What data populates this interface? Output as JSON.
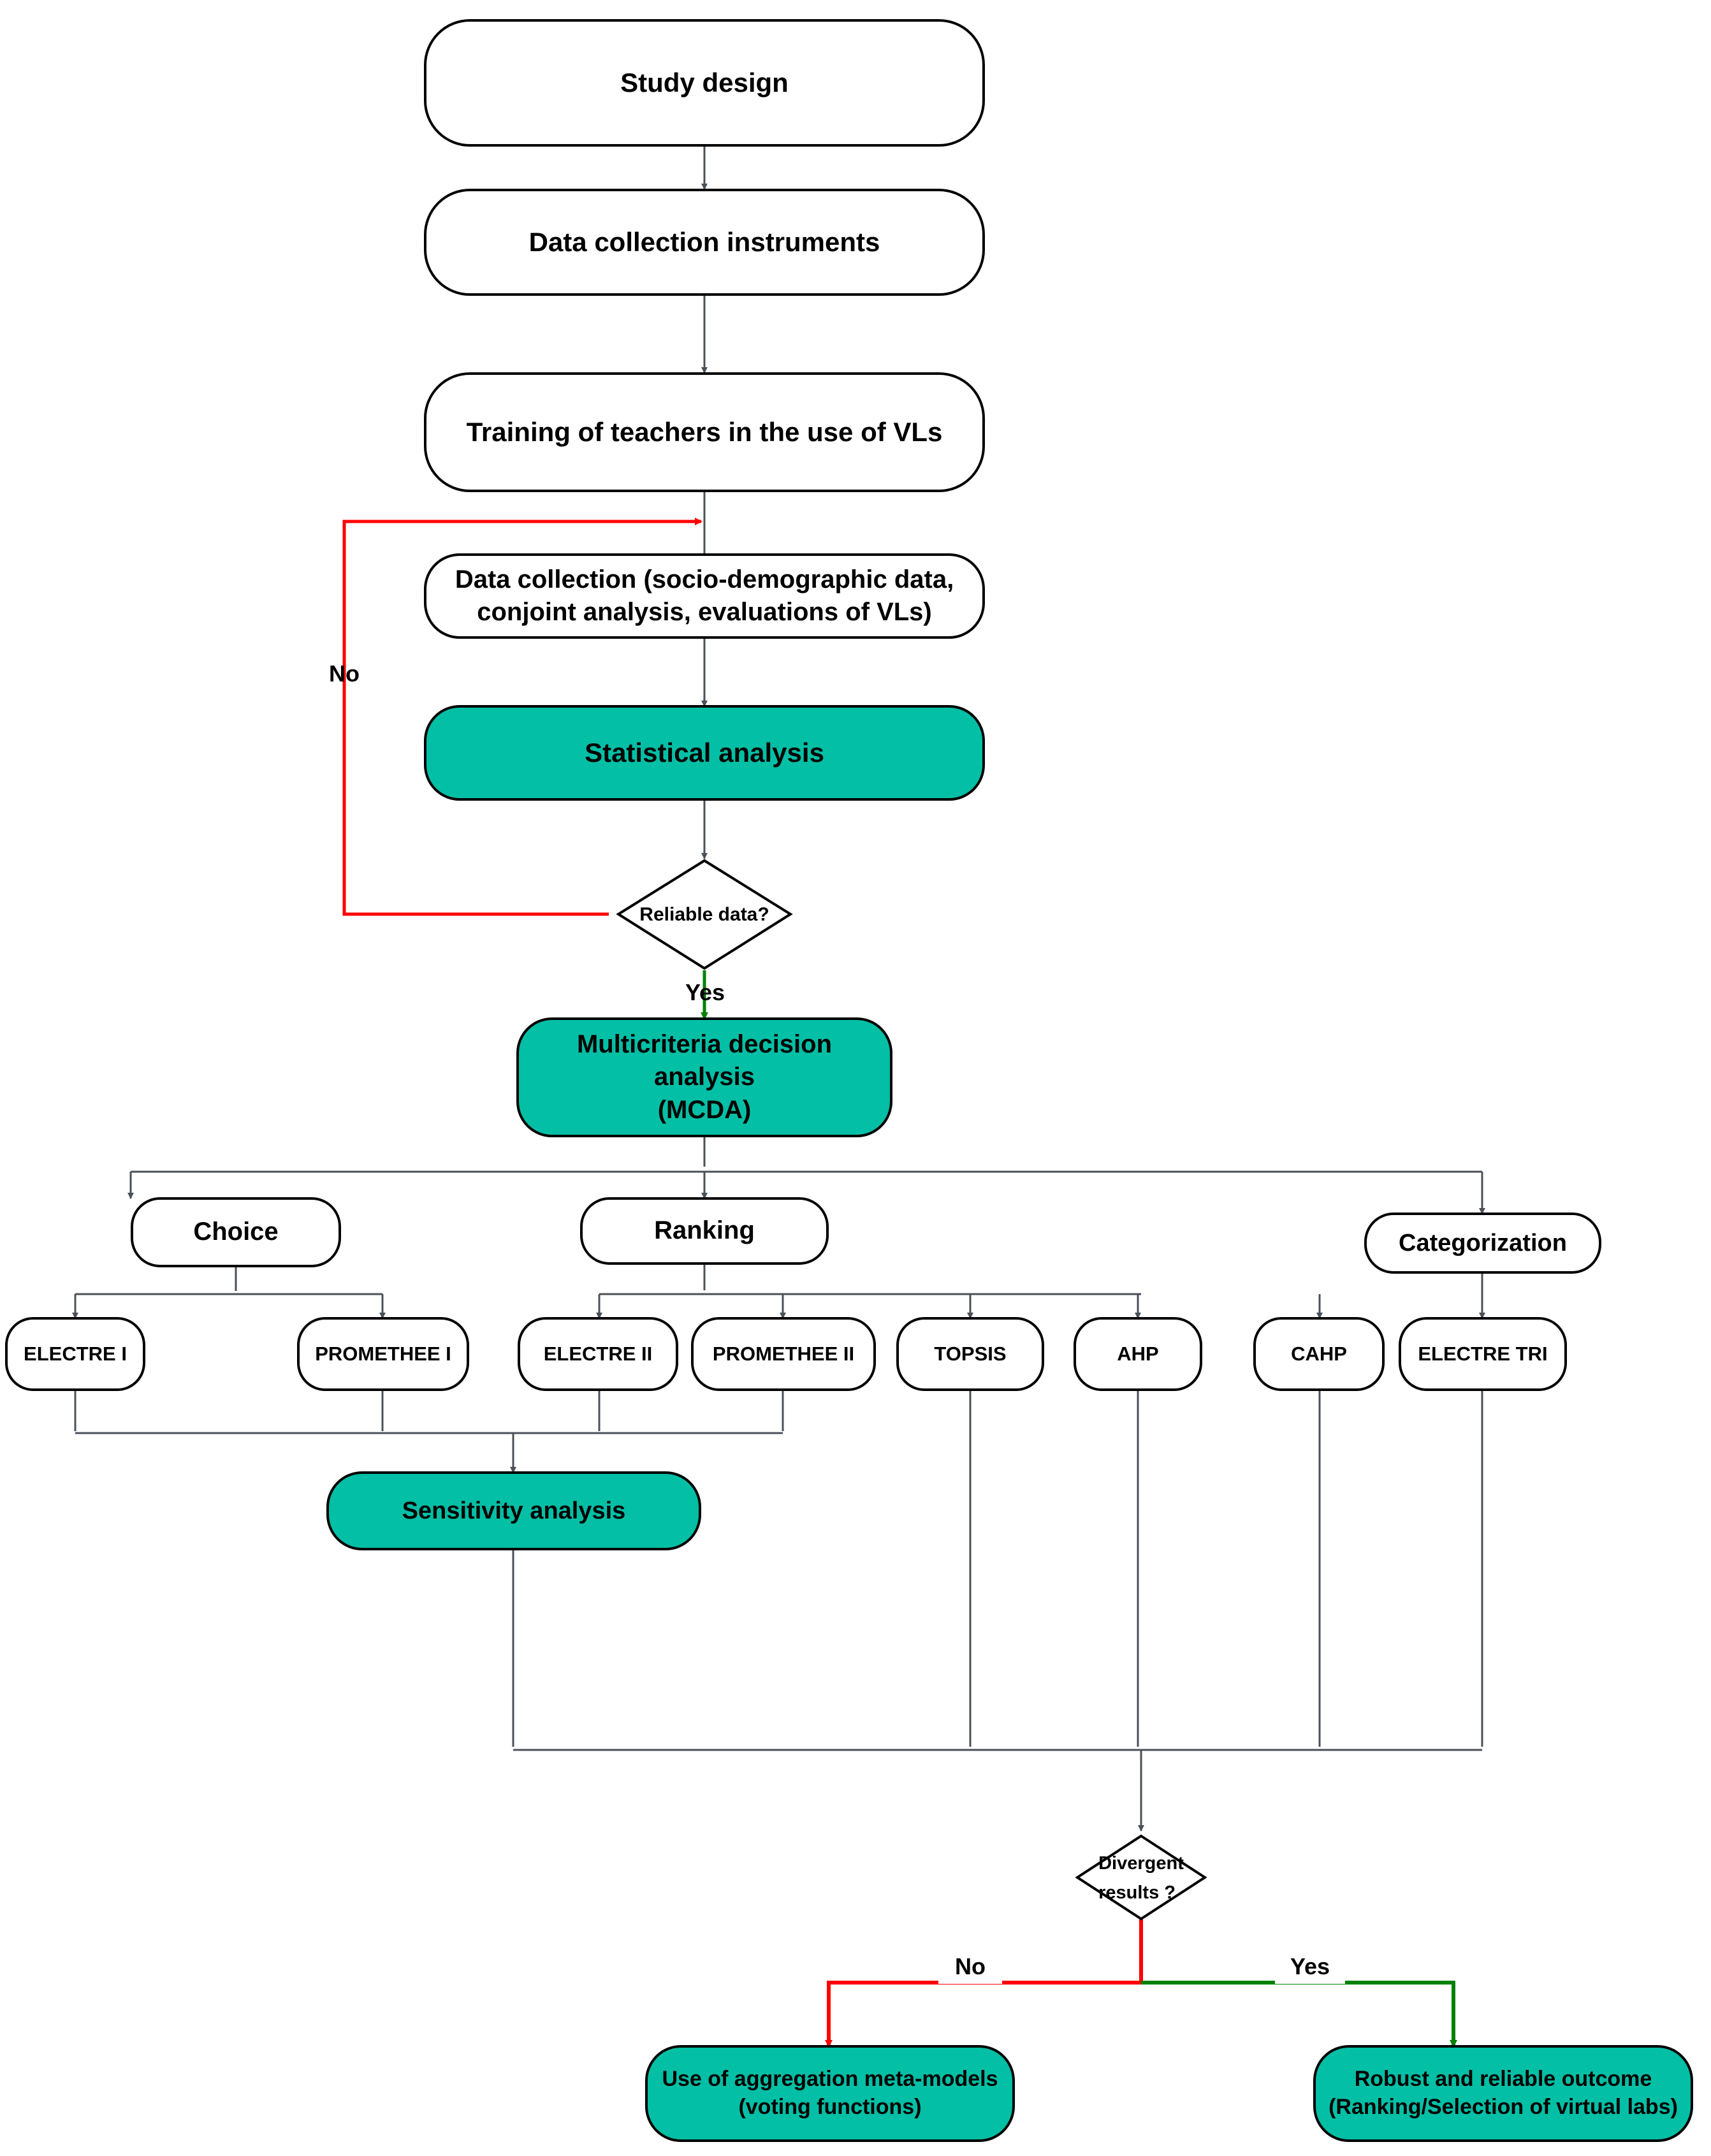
{
  "diagram": {
    "title": "Study methodology flowchart",
    "colors": {
      "teal_fill": "#02BFA5",
      "node_border": "#000000",
      "connector": "#4a5058",
      "no_branch": "#FF0000",
      "yes_branch": "#008000",
      "background": "#FFFFFF"
    },
    "nodes": {
      "study_design": "Study design",
      "data_collection_instruments": "Data collection instruments",
      "training": "Training of teachers in the use of VLs",
      "data_collection": "Data collection (socio-demographic data,\nconjoint analysis, evaluations of VLs)",
      "statistical_analysis": "Statistical analysis",
      "reliable_data": "Reliable data?",
      "mcda": "Multicriteria decision analysis\n(MCDA)",
      "choice": "Choice",
      "ranking": "Ranking",
      "categorization": "Categorization",
      "electre_i": "ELECTRE I",
      "promethee_i": "PROMETHEE I",
      "electre_ii": "ELECTRE II",
      "promethee_ii": "PROMETHEE II",
      "topsis": "TOPSIS",
      "ahp": "AHP",
      "cahp": "CAHP",
      "electre_tri": "ELECTRE TRI",
      "sensitivity_analysis": "Sensitivity analysis",
      "divergent_results": "Divergent\nresults ?",
      "aggregation": "Use of aggregation meta-models\n(voting functions)",
      "robust_outcome": "Robust and reliable outcome\n(Ranking/Selection of virtual labs)"
    },
    "edge_labels": {
      "reliable_no": "No",
      "reliable_yes": "Yes",
      "divergent_no": "No",
      "divergent_yes": "Yes"
    }
  }
}
